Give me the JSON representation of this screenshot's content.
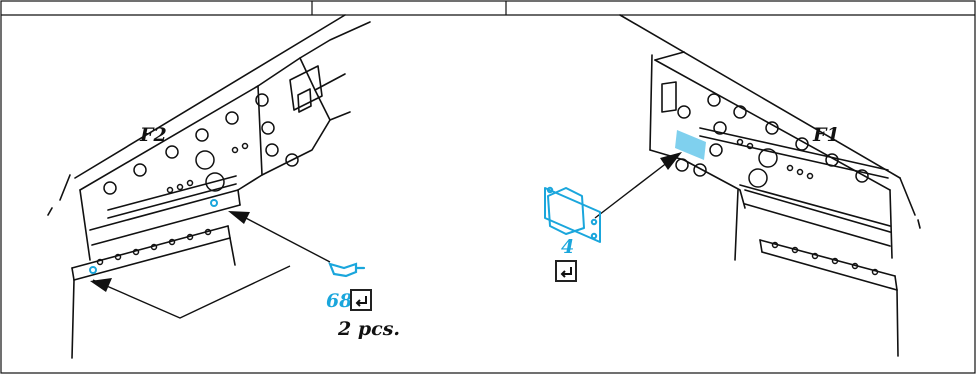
{
  "labels": {
    "f2": "F2",
    "f1": "F1",
    "part_68": "68",
    "part_4": "4",
    "qty": "2 pcs."
  },
  "icons": {
    "return_box": "return-arrow-icon"
  },
  "colors": {
    "line": "#111111",
    "accent": "#1aa6dc"
  }
}
